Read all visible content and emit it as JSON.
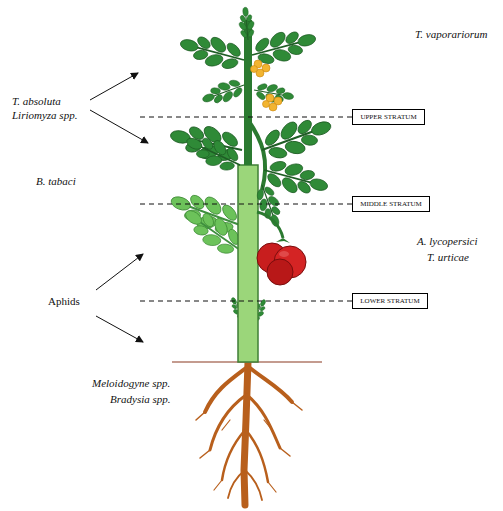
{
  "diagram": {
    "nodes": [
      {
        "text": [
          "UPPER STRATUM"
        ]
      },
      {
        "text": [
          "MIDDLE STRATUM"
        ]
      },
      {
        "text": [
          "LOWER STRATUM"
        ]
      }
    ],
    "labels": [
      "T. vaporariorum",
      "T. absoluta",
      "Liriomyza spp.",
      "B. tabaci",
      "A. lycopersici",
      "T. urticae",
      "Aphids",
      "Meloidogyne spp.",
      "Bradysia spp."
    ]
  }
}
